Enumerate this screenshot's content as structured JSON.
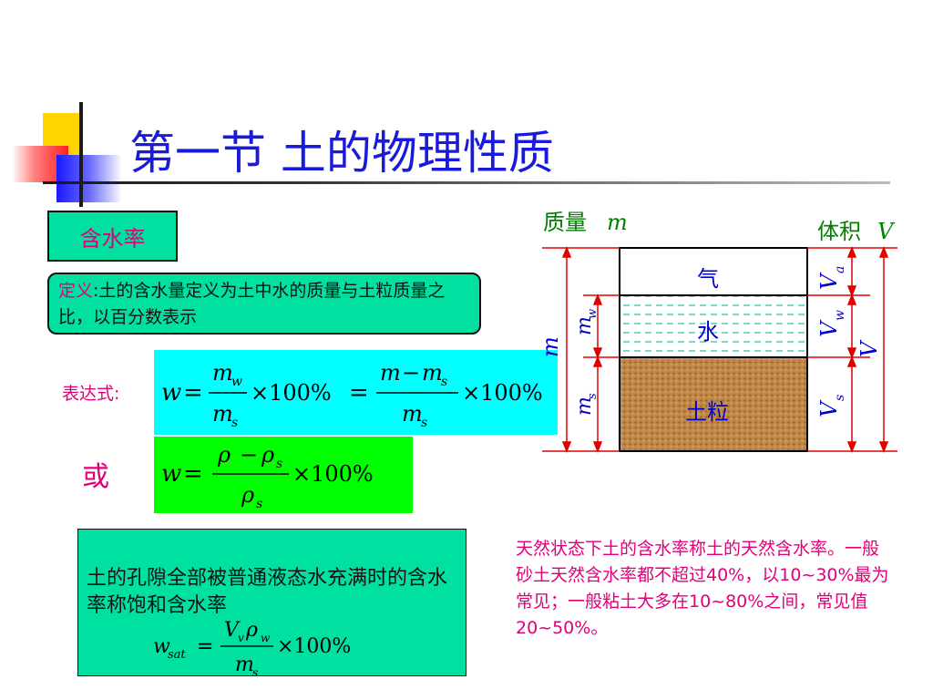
{
  "title": "第一节  土的物理性质",
  "section_label": "含水率",
  "definition": {
    "prefix": "定义",
    "colon": ":",
    "text": "土的含水量定义为土中水的质量与土粒质量之比，以百分数表示"
  },
  "expression_label": "表达式:",
  "or_label": "或",
  "formula1": {
    "lhs": "w",
    "num1": "m",
    "num1_sub": "w",
    "den1": "m",
    "den1_sub": "s",
    "times1": "×100%",
    "num2a": "m",
    "minus": "−",
    "num2b": "m",
    "num2b_sub": "s",
    "den2": "m",
    "den2_sub": "s",
    "times2": "×100%"
  },
  "formula2": {
    "lhs": "w",
    "num_a": "ρ",
    "minus": "−",
    "num_b": "ρ",
    "num_b_sub": "s",
    "den": "ρ",
    "den_sub": "s",
    "times": "×100%"
  },
  "saturation": {
    "text": "土的孔隙全部被普通液态水充满时的含水率称饱和含水率",
    "lhs": "w",
    "lhs_sub": "sat",
    "num_a": "V",
    "num_a_sub": "v",
    "num_b": "ρ",
    "num_b_sub": "w",
    "den": "m",
    "den_sub": "s",
    "times": "×100%"
  },
  "note": "天然状态下土的含水率称土的天然含水率。一般砂土天然含水率都不超过40%，以10~30%最为常见；一般粘土大多在10~80%之间，常见值20~50%。",
  "diagram": {
    "mass_label": "质量",
    "mass_symbol": "m",
    "volume_label": "体积",
    "volume_symbol": "V",
    "phase_air": "气",
    "phase_water": "水",
    "phase_soil": "土粒",
    "m_total": "m",
    "m_w": "m",
    "m_w_sub": "w",
    "m_s": "m",
    "m_s_sub": "s",
    "v_a": "V",
    "v_a_sub": "a",
    "v_w": "V",
    "v_w_sub": "w",
    "v_s": "V",
    "v_s_sub": "s",
    "v_total": "V"
  },
  "colors": {
    "title": "#1a1adc",
    "accent_pink": "#e0007a",
    "teal_box": "#00e0a0",
    "cyan_box": "#00ffff",
    "green_box": "#00ff00",
    "dimension_red": "#e00000",
    "diagram_green": "#008000",
    "phase_blue": "#0000cc",
    "soil_brown": "#c08848"
  }
}
